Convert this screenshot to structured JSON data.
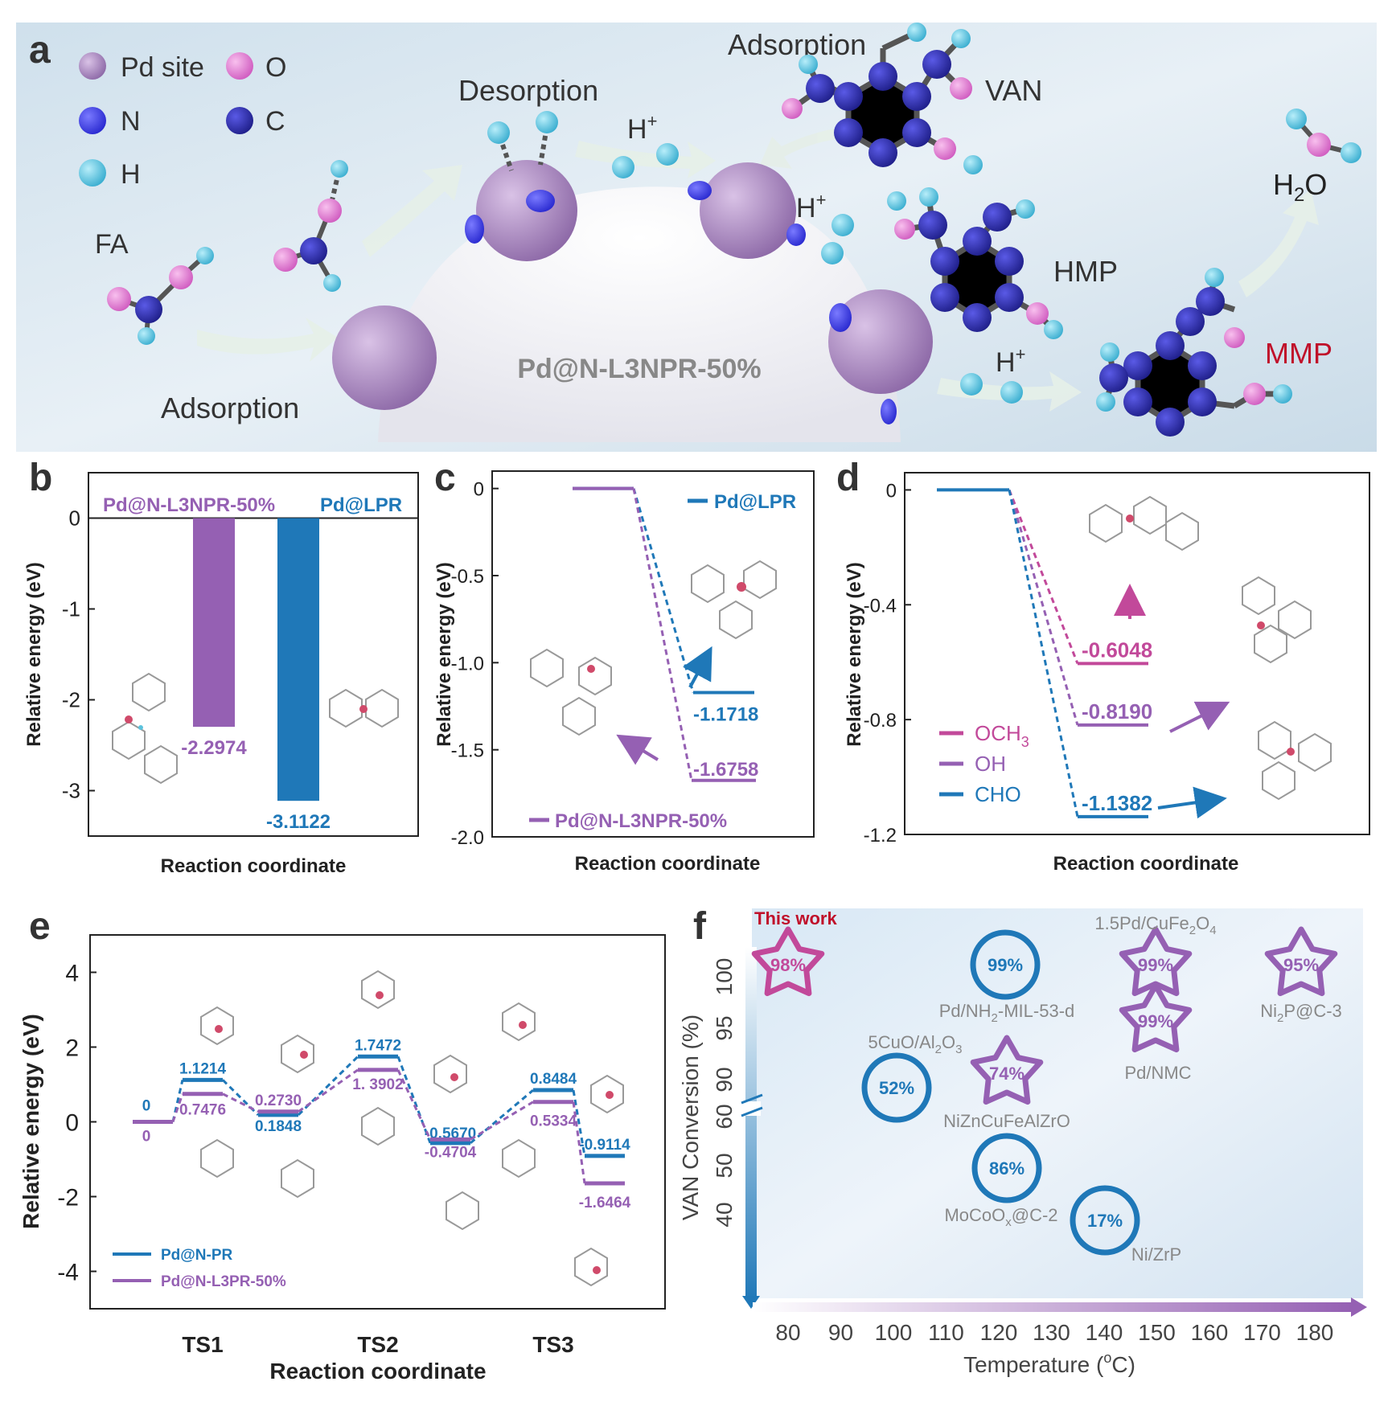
{
  "colors": {
    "purple": "#9560b3",
    "blue": "#1f78b8",
    "magenta": "#c2499a",
    "red": "#c0102a",
    "gray": "#808080",
    "pd_sphere": "#b493c9",
    "n_atom": "#3b3bd1",
    "c_atom": "#2f2f9a",
    "o_atom": "#e07fd0",
    "h_atom": "#5cc3dd"
  },
  "panel_a": {
    "letter": "a",
    "legend": {
      "pd": "Pd site",
      "o": "O",
      "n": "N",
      "c": "C",
      "h": "H"
    },
    "fa": "FA",
    "adsorption_left": "Adsorption",
    "desorption": "Desorption",
    "adsorption_top": "Adsorption",
    "hplus": "H",
    "hplus_sup": "+",
    "van": "VAN",
    "hmp": "HMP",
    "mmp": "MMP",
    "h2o_h": "H",
    "h2o_sub": "2",
    "h2o_o": "O",
    "catalyst": "Pd@N-L3NPR-50%"
  },
  "chart_data": [
    {
      "panel": "b",
      "type": "bar",
      "categories": [
        "Pd@N-L3NPR-50%",
        "Pd@LPR"
      ],
      "values": [
        -2.2974,
        -3.1122
      ],
      "value_labels": [
        "-2.2974",
        "-3.1122"
      ],
      "series_colors": [
        "#9560b3",
        "#1f78b8"
      ],
      "ylabel": "Relative energy (eV)",
      "xlabel": "Reaction coordinate",
      "ylim": [
        -3.5,
        0.5
      ],
      "yticks": [
        0,
        -1,
        -2,
        -3
      ],
      "ytick_labels": [
        "0",
        "-1",
        "-2",
        "-3"
      ]
    },
    {
      "panel": "c",
      "type": "line",
      "series": [
        {
          "name": "Pd@LPR",
          "values": [
            0,
            -1.1718
          ],
          "label": "-1.1718",
          "color": "#1f78b8"
        },
        {
          "name": "Pd@N-L3NPR-50%",
          "values": [
            0,
            -1.6758
          ],
          "label": "-1.6758",
          "color": "#9560b3"
        }
      ],
      "ylabel": "Relative energy (eV)",
      "xlabel": "Reaction coordinate",
      "ylim": [
        -2.0,
        0.1
      ],
      "yticks": [
        0,
        -0.5,
        -1.0,
        -1.5,
        -2.0
      ],
      "ytick_labels": [
        "0",
        "-0.5",
        "-1.0",
        "-1.5",
        "-2.0"
      ]
    },
    {
      "panel": "d",
      "type": "line",
      "series": [
        {
          "name": "OCH3",
          "name_main": "OCH",
          "name_sub": "3",
          "values": [
            0,
            -0.6048
          ],
          "label": "-0.6048",
          "color": "#c2499a"
        },
        {
          "name": "OH",
          "values": [
            0,
            -0.819
          ],
          "label": "-0.8190",
          "color": "#9560b3"
        },
        {
          "name": "CHO",
          "values": [
            0,
            -1.1382
          ],
          "label": "-1.1382",
          "color": "#1f78b8"
        }
      ],
      "ylabel": "Relative energy (eV)",
      "xlabel": "Reaction coordinate",
      "ylim": [
        -1.2,
        0.06
      ],
      "yticks": [
        0,
        -0.4,
        -0.8,
        -1.2
      ],
      "ytick_labels": [
        "0",
        "-0.4",
        "-0.8",
        "-1.2"
      ]
    },
    {
      "panel": "e",
      "type": "line",
      "categories": [
        "",
        "TS1",
        "",
        "TS2",
        "",
        "TS3",
        ""
      ],
      "series": [
        {
          "name": "Pd@N-PR",
          "values": [
            0,
            1.1214,
            0.1848,
            1.7472,
            -0.567,
            0.8484,
            -0.9114
          ],
          "labels": [
            "0",
            "1.1214",
            "0.1848",
            "1.7472",
            "-0.5670",
            "0.8484",
            "-0.9114"
          ],
          "color": "#1f78b8"
        },
        {
          "name": "Pd@N-L3PR-50%",
          "values": [
            0,
            0.7476,
            0.273,
            1.3902,
            -0.4704,
            0.5334,
            -1.6464
          ],
          "labels": [
            "0",
            "0.7476",
            "0.2730",
            "1. 3902",
            "-0.4704",
            "0.5334",
            "-1.6464"
          ],
          "color": "#9560b3"
        }
      ],
      "ylabel": "Relative energy (eV)",
      "xlabel": "Reaction coordinate",
      "ylim": [
        -5,
        5
      ],
      "yticks": [
        4,
        2,
        0,
        -2,
        -4
      ],
      "ytick_labels": [
        "4",
        "2",
        "0",
        "-2",
        "-4"
      ]
    },
    {
      "panel": "f",
      "type": "scatter",
      "points": [
        {
          "catalyst": "This work",
          "x": 80,
          "y": 98,
          "label": "98%",
          "shape": "star",
          "color": "#c2499a"
        },
        {
          "catalyst_html": "Pd/NH2-MIL-53-d",
          "name": "Pd/NH",
          "sub": "2",
          "rest": "-MIL-53-d",
          "x": 120,
          "y": 99,
          "label": "99%",
          "shape": "circle",
          "color": "#1f78b8"
        },
        {
          "name": "1.5Pd/CuFe",
          "sub": "2",
          "rest": "O",
          "sub2": "4",
          "x": 150,
          "y": 99,
          "label": "99%",
          "shape": "star",
          "color": "#9560b3"
        },
        {
          "name": "Ni",
          "sub": "2",
          "rest": "P@C-3",
          "x": 175,
          "y": 95,
          "label": "95%",
          "shape": "star",
          "color": "#9560b3"
        },
        {
          "name": "Pd/NMC",
          "x": 150,
          "y": 99,
          "label": "99%",
          "shape": "star",
          "color": "#9560b3"
        },
        {
          "name": "5CuO/Al",
          "sub": "2",
          "rest": "O",
          "sub2": "3",
          "x": 100,
          "y": 52,
          "label": "52%",
          "shape": "circle",
          "color": "#1f78b8"
        },
        {
          "name": "NiZnCuFeAlZrO",
          "x": 120,
          "y": 74,
          "label": "74%",
          "shape": "star",
          "color": "#9560b3"
        },
        {
          "name": "MoCoO",
          "sub": "x",
          "rest": "@C-2",
          "x": 120,
          "y": 86,
          "label": "86%",
          "shape": "circle",
          "color": "#1f78b8"
        },
        {
          "name": "Ni/ZrP",
          "x": 140,
          "y": 17,
          "label": "17%",
          "shape": "circle",
          "color": "#1f78b8"
        }
      ],
      "title": "This work",
      "ylabel": "VAN Conversion (%)",
      "xlabel": "Temperature (",
      "xlabel_sup": "o",
      "xlabel_end": "C)",
      "xticks": [
        "80",
        "90",
        "100",
        "110",
        "120",
        "130",
        "140",
        "150",
        "160",
        "170",
        "180"
      ],
      "yticks": [
        "100",
        "95",
        "90",
        "60",
        "50",
        "40"
      ]
    }
  ],
  "panel_letters": {
    "b": "b",
    "c": "c",
    "d": "d",
    "e": "e",
    "f": "f"
  }
}
